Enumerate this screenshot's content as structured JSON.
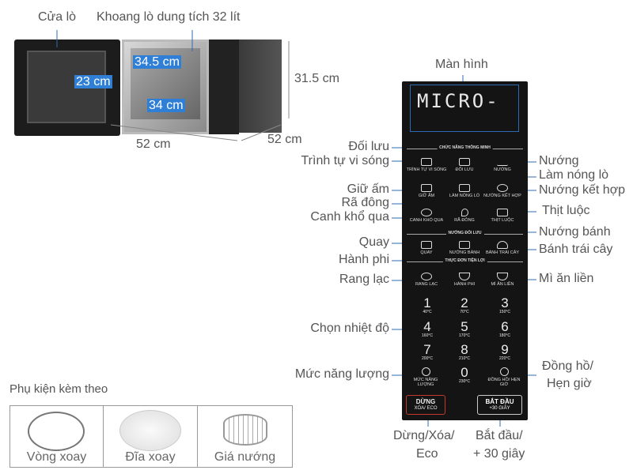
{
  "microwave": {
    "door_label": "Cửa lò",
    "cavity_label": "Khoang lò dung tích 32 lít",
    "inner_width": "34.5 cm",
    "inner_height": "23 cm",
    "inner_depth": "34 cm",
    "height": "31.5 cm",
    "width": "52 cm",
    "depth": "52 cm"
  },
  "panel": {
    "screen_label": "Màn hình",
    "display_text": "MICRO-",
    "sections": [
      "CHỨC NĂNG THÔNG MINH",
      "NƯỚNG ĐỐI LƯU",
      "THỰC ĐƠN TIỆN LỢI"
    ],
    "buttons": [
      "TRÌNH TỰ VI SÓNG",
      "ĐỐI LƯU",
      "NƯỚNG",
      "GIỮ ẤM",
      "LÀM NÓNG LÒ",
      "NƯỚNG KẾT HỢP",
      "CANH KHỔ QUA",
      "RÃ ĐÔNG",
      "THỊT LUỘC",
      "QUAY",
      "NƯỚNG BÁNH",
      "BÁNH TRÁI CÂY",
      "RANG LẠC",
      "HÀNH PHI",
      "MÌ ĂN LIỀN"
    ],
    "keys": [
      {
        "d": "1",
        "t": "40°C"
      },
      {
        "d": "2",
        "t": "70°C"
      },
      {
        "d": "3",
        "t": "150°C"
      },
      {
        "d": "4",
        "t": "160°C"
      },
      {
        "d": "5",
        "t": "170°C"
      },
      {
        "d": "6",
        "t": "180°C"
      },
      {
        "d": "7",
        "t": "200°C"
      },
      {
        "d": "8",
        "t": "210°C"
      },
      {
        "d": "9",
        "t": "220°C"
      },
      {
        "d": "0",
        "t": "230°C"
      }
    ],
    "power": "MỨC NĂNG LƯỢNG",
    "clock": "ĐỒNG HỒ/ HẸN GIỜ",
    "stop": "DỪNG",
    "stop_sub": "XÓA/ ECO",
    "start": "BẮT ĐẦU",
    "start_sub": "+30 GIÂY"
  },
  "callouts_left": [
    "Đối lưu",
    "Trình tự vi sóng",
    "Giữ ấm",
    "Rã đông",
    "Canh khổ qua",
    "Quay",
    "Hành phi",
    "Rang lạc",
    "Chọn nhiệt độ",
    "Mức năng lượng"
  ],
  "callouts_right": [
    "Nướng",
    "Làm nóng lò",
    "Nướng kết hợp",
    "Thịt luộc",
    "Nướng bánh",
    "Bánh trái cây",
    "Mì ăn liền",
    "Đồng hồ/",
    "Hẹn giờ"
  ],
  "callouts_bottom": {
    "stop_1": "Dừng/Xóa/",
    "stop_2": "Eco",
    "start_1": "Bắt đầu/",
    "start_2": "+ 30 giây"
  },
  "accessories": {
    "title": "Phụ kiện kèm theo",
    "items": [
      "Vòng xoay",
      "Đĩa xoay",
      "Giá nướng"
    ]
  },
  "colors": {
    "callout": "#2f7fd6",
    "panel": "#141414",
    "stop_border": "#c0392b"
  }
}
